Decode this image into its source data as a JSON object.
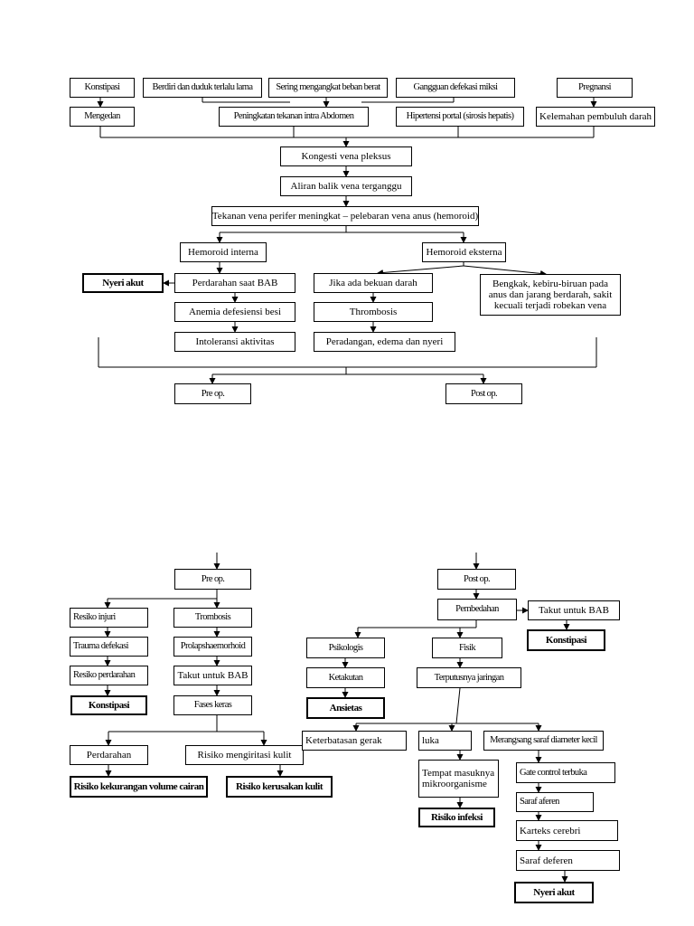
{
  "nodes": {
    "konstipasi_top": "Konstipasi",
    "berdiri": "Berdiri dan duduk terlalu lama",
    "sering": "Sering mengangkat beban berat",
    "gangguan": "Gangguan defekasi miksi",
    "pregnansi": "Pregnansi",
    "mengedan": "Mengedan",
    "peningkatan": "Peningkatan tekanan intra Abdomen",
    "hipertensi": "Hipertensi portal (sirosis hepatis)",
    "kelemahan": "Kelemahan pembuluh darah",
    "kongesti": "Kongesti vena pleksus",
    "aliran": "Aliran balik vena terganggu",
    "tekanan": "Tekanan vena perifer meningkat – pelebaran vena anus (hemoroid)",
    "hem_interna": "Hemoroid interna",
    "hem_eksterna": "Hemoroid eksterna",
    "nyeri_akut_1": "Nyeri akut",
    "perdarahan_bab": "Perdarahan saat BAB",
    "anemia": "Anemia defesiensi besi",
    "intoleransi": "Intoleransi aktivitas",
    "bekuan": "Jika ada bekuan darah",
    "thrombosis": "Thrombosis",
    "peradangan": "Peradangan, edema dan nyeri",
    "bengkak": "Bengkak, kebiru-biruan pada anus dan jarang berdarah, sakit kecuali terjadi robekan vena",
    "preop_1": "Pre op.",
    "postop_1": "Post op.",
    "preop_2": "Pre op.",
    "postop_2": "Post op.",
    "resiko_injuri": "Resiko injuri",
    "trombosis": "Trombosis",
    "trauma": "Trauma defekasi",
    "prolaps": "Prolapshaemorhoid",
    "resiko_perdarahan": "Resiko perdarahan",
    "takut_bab_1": "Takut untuk BAB",
    "konstipasi_2": "Konstipasi",
    "fases": "Fases keras",
    "perdarahan": "Perdarahan",
    "risiko_iritasi": "Risiko mengiritasi kulit",
    "risiko_kekurangan": "Risiko kekurangan volume cairan",
    "risiko_kerusakan": "Risiko kerusakan kulit",
    "pembedahan": "Pembedahan",
    "takut_bab_2": "Takut untuk BAB",
    "konstipasi_3": "Konstipasi",
    "psikologis": "Psikologis",
    "fisik": "Fisik",
    "ketakutan": "Ketakutan",
    "terputusnya": "Terputusnya jaringan",
    "ansietas": "Ansietas",
    "keterbatasan": "Keterbatasan gerak",
    "luka": "luka",
    "merangsang": "Merangsang saraf diameter kecil",
    "tempat_masuk": "Tempat masuknya mikroorganisme",
    "risiko_infeksi": "Risiko infeksi",
    "gate": "Gate control terbuka",
    "aferen": "Saraf aferen",
    "korteks": "Karteks cerebri",
    "deferen": "Saraf deferen",
    "nyeri_akut_2": "Nyeri akut"
  }
}
